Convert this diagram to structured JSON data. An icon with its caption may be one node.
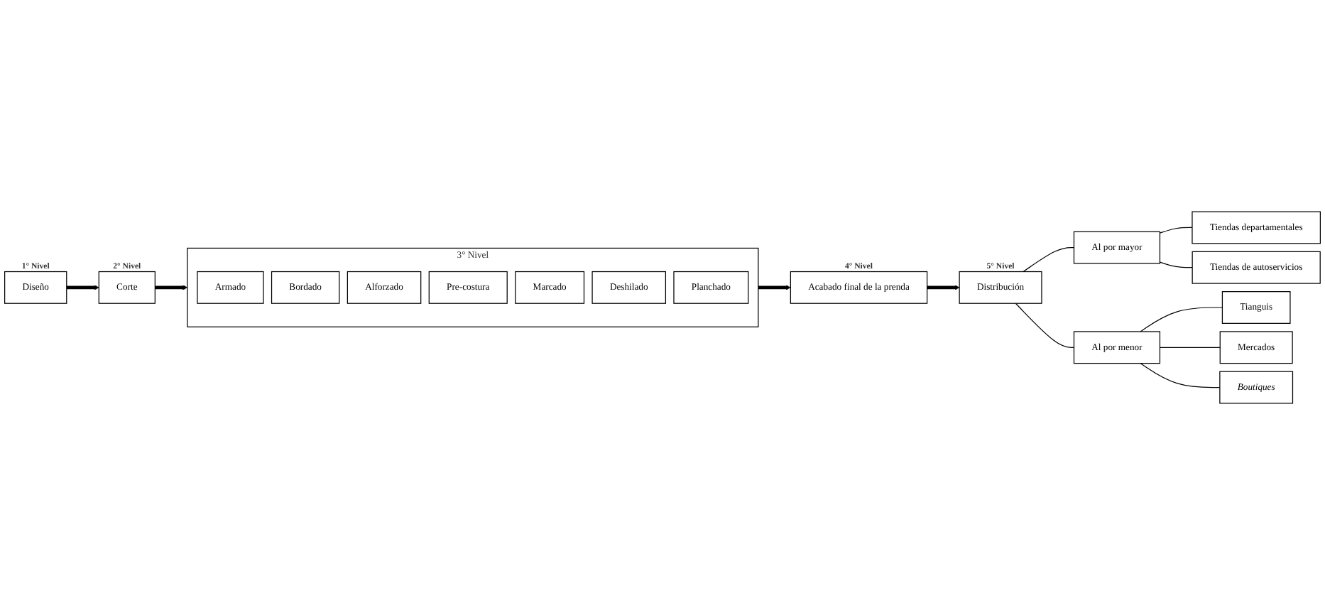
{
  "diagram": {
    "nodes": [
      {
        "text": [
          "Diseño"
        ],
        "beside": [
          "1° Nivel"
        ]
      },
      {
        "text": [
          "Corte"
        ],
        "beside": [
          "2° Nivel"
        ]
      },
      {
        "text": [
          "3° Nivel"
        ]
      },
      {
        "text": [
          "Armado"
        ],
        "in": 2
      },
      {
        "text": [
          "Bordado"
        ],
        "in": 2
      },
      {
        "text": [
          "Alforzado"
        ],
        "in": 2
      },
      {
        "text": [
          "Pre-costura"
        ],
        "in": 2
      },
      {
        "text": [
          "Marcado"
        ],
        "in": 2
      },
      {
        "text": [
          "Deshilado"
        ],
        "in": 2
      },
      {
        "text": [
          "Planchado"
        ],
        "in": 2
      },
      {
        "text": [
          "Acabado final de la prenda"
        ],
        "beside": [
          "4° Nivel"
        ]
      },
      {
        "text": [
          "Distribución"
        ],
        "beside": [
          "5° Nivel"
        ]
      },
      {
        "text": [
          "Al por mayor"
        ]
      },
      {
        "text": [
          "Al por menor"
        ]
      },
      {
        "text": [
          "Tiendas departamentales"
        ]
      },
      {
        "text": [
          "Tiendas de autoservicios"
        ]
      },
      {
        "text": [
          "Tianguis"
        ]
      },
      {
        "text": [
          "Mercados"
        ]
      },
      {
        "text": [
          "Boutiques"
        ]
      }
    ],
    "edges": [
      {
        "from": 0,
        "to": 1,
        "arrow": "to",
        "style": "thick"
      },
      {
        "from": 1,
        "to": 2,
        "arrow": "to",
        "style": "thick"
      },
      {
        "from": 2,
        "to": 10,
        "arrow": "to",
        "style": "thick"
      },
      {
        "from": 10,
        "to": 11,
        "arrow": "to",
        "style": "thick"
      },
      {
        "from": 11,
        "to": 12,
        "arrow": "none"
      },
      {
        "from": 11,
        "to": 13,
        "arrow": "none"
      },
      {
        "from": 12,
        "to": 14,
        "arrow": "none"
      },
      {
        "from": 12,
        "to": 15,
        "arrow": "none"
      },
      {
        "from": 13,
        "to": 16,
        "arrow": "none"
      },
      {
        "from": 13,
        "to": 17,
        "arrow": "none"
      },
      {
        "from": 13,
        "to": 18,
        "arrow": "none"
      }
    ]
  }
}
